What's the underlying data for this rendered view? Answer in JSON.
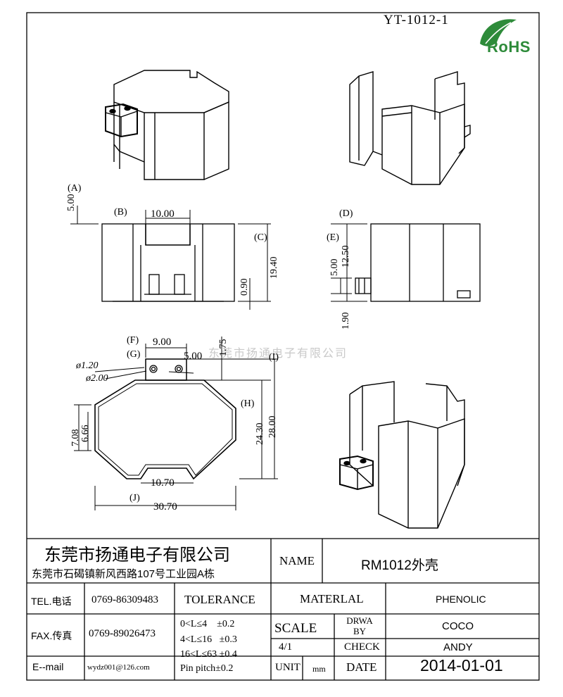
{
  "drawing_number": "YT-1012-1",
  "logo": {
    "text": "RoHS",
    "icon": "leaf-icon",
    "color": "#2e8b3a"
  },
  "watermark": "东莞市扬通电子有限公司",
  "dimensions": {
    "A": "(A)",
    "B": "(B)",
    "C": "(C)",
    "D": "(D)",
    "E": "(E)",
    "F": "(F)",
    "G": "(G)",
    "H": "(H)",
    "I": "(I)",
    "J": "(J)",
    "front_height_a": "5.00",
    "front_slot_b": "10.00",
    "front_pin": "0.90",
    "front_height_c": "19.40",
    "side_height_e": "12.50",
    "side_pin": "5.00",
    "side_bottom": "1.90",
    "top_pitch_f": "9.00",
    "top_pitch_g": "5.00",
    "top_tab": "1.75",
    "hole_small": "ø1.20",
    "hole_large": "ø2.00",
    "top_chamfer_1": "7.08",
    "top_chamfer_2": "6.66",
    "top_height_h": "24.30",
    "top_height_i": "28.00",
    "top_notch": "10.70",
    "top_width_j": "30.70"
  },
  "title_block": {
    "company_name": "东莞市扬通电子有限公司",
    "company_address": "东莞市石碣镇新风西路107号工业园A栋",
    "name_label": "NAME",
    "part_name": "RM1012外壳",
    "tel_label": "TEL.电话",
    "tel_value": "0769-86309483",
    "fax_label": "FAX.传真",
    "fax_value": "0769-89026473",
    "email_label": "E--mail",
    "email_value": "wydz001@126.com",
    "tolerance_label": "TOLERANCE",
    "tolerance_rows": [
      "0<L≤4    ±0.2",
      "4<L≤16   ±0.3",
      "16<L≤63 ±0.4",
      "Pin pitch±0.2"
    ],
    "material_label": "MATERLAL",
    "material_value": "PHENOLIC",
    "scale_label": "SCALE",
    "scale_value": "4/1",
    "drawn_by_label": "DRWA BY",
    "drawn_by_value": "COCO",
    "check_label": "CHECK",
    "check_value": "ANDY",
    "unit_label": "UNIT",
    "unit_value": "mm",
    "date_label": "DATE",
    "date_value": "2014-01-01"
  }
}
